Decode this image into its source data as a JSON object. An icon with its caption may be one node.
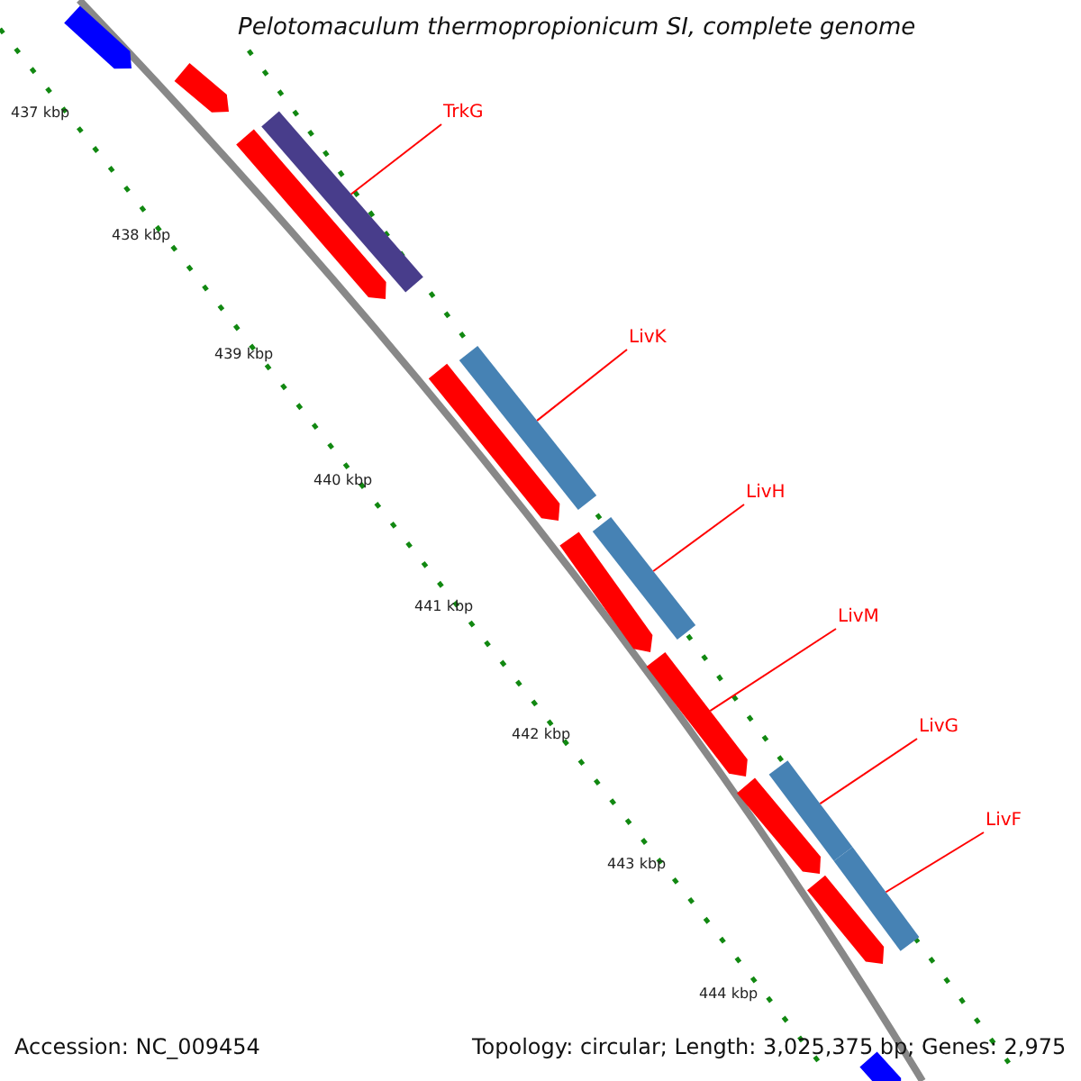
{
  "diagram": {
    "title": "Pelotomaculum thermopropionicum SI, complete genome",
    "nodes": [
      {
        "text": [
          "TrkG"
        ]
      },
      {
        "text": [],
        "shape": "bar"
      },
      {
        "text": [
          "LivK"
        ]
      },
      {
        "text": [],
        "shape": "bar"
      },
      {
        "text": [
          "LivH"
        ]
      },
      {
        "text": [],
        "shape": "bar"
      },
      {
        "text": [
          "LivM"
        ]
      },
      {
        "text": [],
        "shape": "bar"
      },
      {
        "text": [
          "LivG"
        ]
      },
      {
        "text": [],
        "shape": "bar"
      },
      {
        "text": [
          "LivF"
        ]
      },
      {
        "text": [],
        "shape": "bar"
      },
      {
        "text": [],
        "shape": "bar"
      },
      {
        "text": [],
        "shape": "bar"
      },
      {
        "text": [],
        "shape": "bar"
      },
      {
        "text": [],
        "shape": "bar"
      },
      {
        "text": [],
        "shape": "bar"
      },
      {
        "text": [],
        "shape": "bar"
      },
      {
        "text": [],
        "shape": "bar"
      },
      {
        "text": [],
        "shape": "bar"
      }
    ],
    "edges": [
      {
        "from": 0,
        "to": 1,
        "arrow": "none"
      },
      {
        "from": 2,
        "to": 3,
        "arrow": "none"
      },
      {
        "from": 4,
        "to": 5,
        "arrow": "none"
      },
      {
        "from": 6,
        "to": 7,
        "arrow": "none"
      },
      {
        "from": 8,
        "to": 9,
        "arrow": "none"
      },
      {
        "from": 10,
        "to": 11,
        "arrow": "none"
      }
    ],
    "labels": [
      "437 kbp",
      "438 kbp",
      "439 kbp",
      "440 kbp",
      "441 kbp",
      "442 kbp",
      "443 kbp",
      "444 kbp",
      "Accession: NC_009454",
      "Topology: circular; Length: 3,025,375 bp; Genes: 2,975"
    ]
  }
}
